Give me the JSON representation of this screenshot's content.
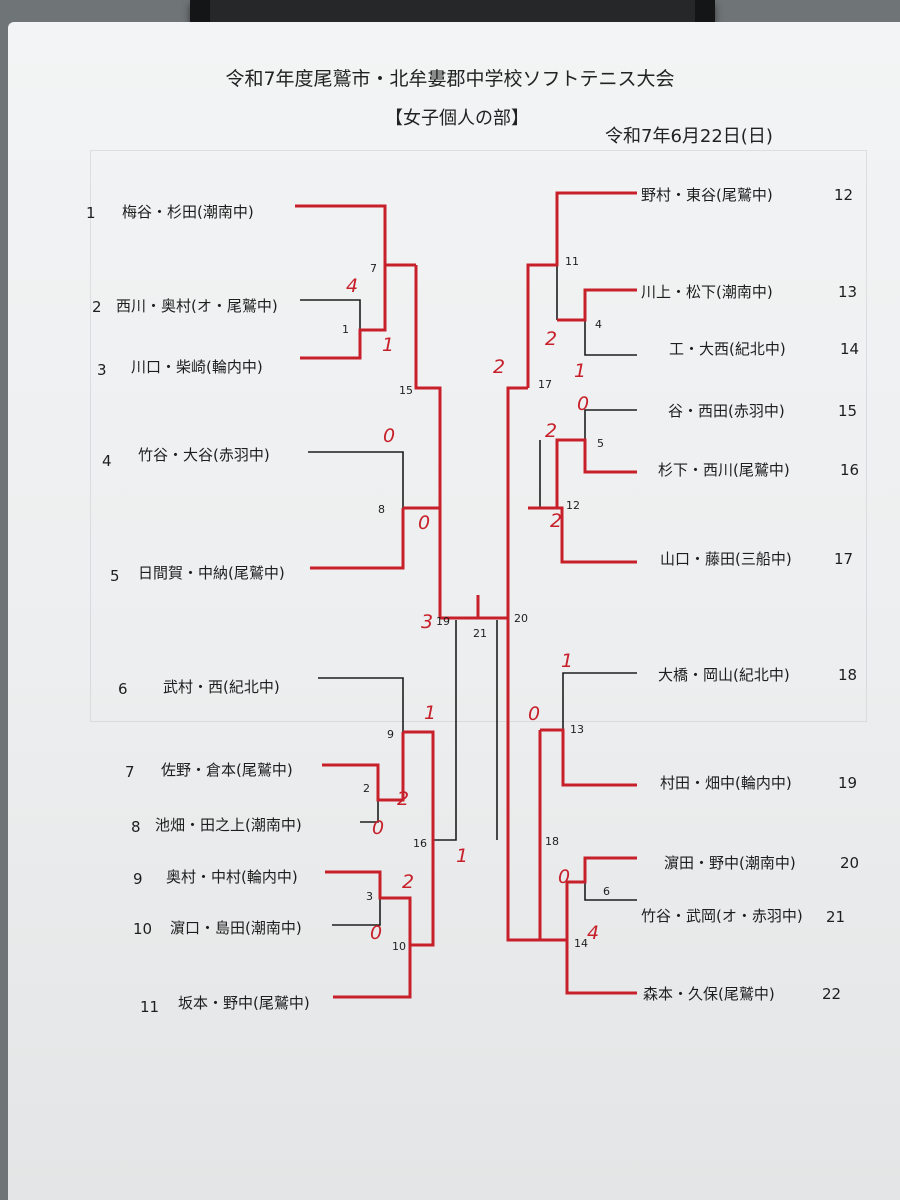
{
  "title": "令和7年度尾鷲市・北牟婁郡中学校ソフトテニス大会",
  "division": "【女子個人の部】",
  "date": "令和7年6月22日(日)",
  "colors": {
    "paper": "#eeeff0",
    "ink": "#1e1e1e",
    "winner_line": "#c8202a"
  },
  "players_left": [
    {
      "num": "1",
      "name": "梅谷・杉田(潮南中)"
    },
    {
      "num": "2",
      "name": "西川・奥村(オ・尾鷲中)"
    },
    {
      "num": "3",
      "name": "川口・柴崎(輪内中)"
    },
    {
      "num": "4",
      "name": "竹谷・大谷(赤羽中)"
    },
    {
      "num": "5",
      "name": "日間賀・中納(尾鷲中)"
    },
    {
      "num": "6",
      "name": "武村・西(紀北中)"
    },
    {
      "num": "7",
      "name": "佐野・倉本(尾鷲中)"
    },
    {
      "num": "8",
      "name": "池畑・田之上(潮南中)"
    },
    {
      "num": "9",
      "name": "奥村・中村(輪内中)"
    },
    {
      "num": "10",
      "name": "濵口・島田(潮南中)"
    },
    {
      "num": "11",
      "name": "坂本・野中(尾鷲中)"
    }
  ],
  "players_right": [
    {
      "num": "12",
      "name": "野村・東谷(尾鷲中)"
    },
    {
      "num": "13",
      "name": "川上・松下(潮南中)"
    },
    {
      "num": "14",
      "name": "工・大西(紀北中)"
    },
    {
      "num": "15",
      "name": "谷・西田(赤羽中)"
    },
    {
      "num": "16",
      "name": "杉下・西川(尾鷲中)"
    },
    {
      "num": "17",
      "name": "山口・藤田(三船中)"
    },
    {
      "num": "18",
      "name": "大橋・岡山(紀北中)"
    },
    {
      "num": "19",
      "name": "村田・畑中(輪内中)"
    },
    {
      "num": "20",
      "name": "濵田・野中(潮南中)"
    },
    {
      "num": "21",
      "name": "竹谷・武岡(オ・赤羽中)"
    },
    {
      "num": "22",
      "name": "森本・久保(尾鷲中)"
    }
  ],
  "matches": [
    "1",
    "2",
    "3",
    "4",
    "5",
    "6",
    "7",
    "8",
    "9",
    "10",
    "11",
    "12",
    "13",
    "14",
    "15",
    "16",
    "17",
    "18",
    "19",
    "20",
    "21"
  ],
  "scores": [
    "4",
    "1",
    "0",
    "0",
    "1",
    "2",
    "0",
    "2",
    "0",
    "1",
    "3",
    "2",
    "2",
    "1",
    "0",
    "2",
    "2",
    "1",
    "0",
    "0",
    "4"
  ]
}
